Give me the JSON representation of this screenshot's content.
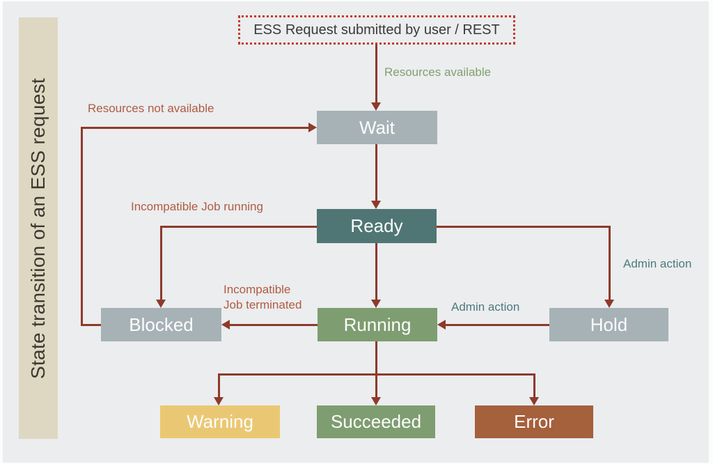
{
  "sidebar": {
    "title": "State transition of an ESS request"
  },
  "start": {
    "label": "ESS Request submitted by user / REST"
  },
  "nodes": {
    "wait": {
      "label": "Wait",
      "color": "#a6b2b6"
    },
    "ready": {
      "label": "Ready",
      "color": "#4f7674"
    },
    "blocked": {
      "label": "Blocked",
      "color": "#a6b2b6"
    },
    "running": {
      "label": "Running",
      "color": "#7e9d70"
    },
    "hold": {
      "label": "Hold",
      "color": "#a6b2b6"
    },
    "warning": {
      "label": "Warning",
      "color": "#eac873"
    },
    "succeeded": {
      "label": "Succeeded",
      "color": "#7e9d70"
    },
    "error": {
      "label": "Error",
      "color": "#a5603c"
    }
  },
  "edges": {
    "resources_available": {
      "label": "Resources available",
      "color": "#81a06e",
      "from": "start",
      "to": "wait"
    },
    "resources_not_available": {
      "label": "Resources not available",
      "color": "#b15b41",
      "from": "blocked",
      "to": "wait"
    },
    "incompatible_job_running": {
      "label": "Incompatible Job running",
      "color": "#b15b41",
      "from": "ready",
      "to": "blocked"
    },
    "incompatible_job_terminated": {
      "label": "Incompatible\nJob terminated",
      "color": "#b15b41",
      "from": "running",
      "to": "blocked"
    },
    "admin_action_ready_to_hold": {
      "label": "Admin action",
      "color": "#4d7a7e",
      "from": "ready",
      "to": "hold"
    },
    "admin_action_hold_to_running": {
      "label": "Admin action",
      "color": "#4d7a7e",
      "from": "hold",
      "to": "running"
    }
  },
  "colors": {
    "background": "#ebedef",
    "sidebar_band": "#ded8c2",
    "arrow": "#8e3a2b",
    "start_border": "#c5392b",
    "start_text": "#3a3a3a"
  }
}
